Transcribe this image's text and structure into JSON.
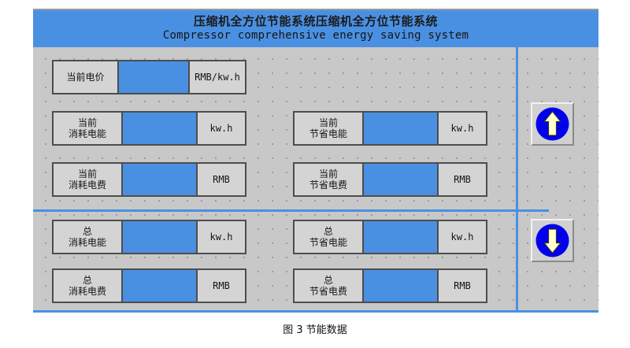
{
  "header": {
    "title_cn": "压缩机全方位节能系统压缩机全方位节能系统",
    "title_en": "Compressor comprehensive energy saving system",
    "background_color": "#4a90e2"
  },
  "theme": {
    "panel_background": "#c8c8c8",
    "accent_blue": "#4a90e2",
    "field_background": "#d4d4d4",
    "field_border": "#4d4d4d",
    "arrow_circle_color": "#0000ee",
    "arrow_fill_color": "#ffffd0"
  },
  "sections": [
    {
      "name": "current",
      "rows": [
        {
          "id": "current-price",
          "label_line1": "当前电价",
          "label_line2": "",
          "value": "",
          "unit": "RMB/kw.h"
        },
        {
          "id": "current-consumed-energy",
          "label_line1": "当前",
          "label_line2": "消耗电能",
          "value": "",
          "unit": "kw.h"
        },
        {
          "id": "current-saved-energy",
          "label_line1": "当前",
          "label_line2": "节省电能",
          "value": "",
          "unit": "kw.h"
        },
        {
          "id": "current-consumed-cost",
          "label_line1": "当前",
          "label_line2": "消耗电费",
          "value": "",
          "unit": "RMB"
        },
        {
          "id": "current-saved-cost",
          "label_line1": "当前",
          "label_line2": "节省电费",
          "value": "",
          "unit": "RMB"
        }
      ]
    },
    {
      "name": "total",
      "rows": [
        {
          "id": "total-consumed-energy",
          "label_line1": "总",
          "label_line2": "消耗电能",
          "value": "",
          "unit": "kw.h"
        },
        {
          "id": "total-saved-energy",
          "label_line1": "总",
          "label_line2": "节省电能",
          "value": "",
          "unit": "kw.h"
        },
        {
          "id": "total-consumed-cost",
          "label_line1": "总",
          "label_line2": "消耗电费",
          "value": "",
          "unit": "RMB"
        },
        {
          "id": "total-saved-cost",
          "label_line1": "总",
          "label_line2": "节省电费",
          "value": "",
          "unit": "RMB"
        }
      ]
    }
  ],
  "navigation": {
    "up": {
      "icon": "arrow-up-icon",
      "label": ""
    },
    "down": {
      "icon": "arrow-down-icon",
      "label": ""
    }
  },
  "caption": "图 3 节能数据"
}
